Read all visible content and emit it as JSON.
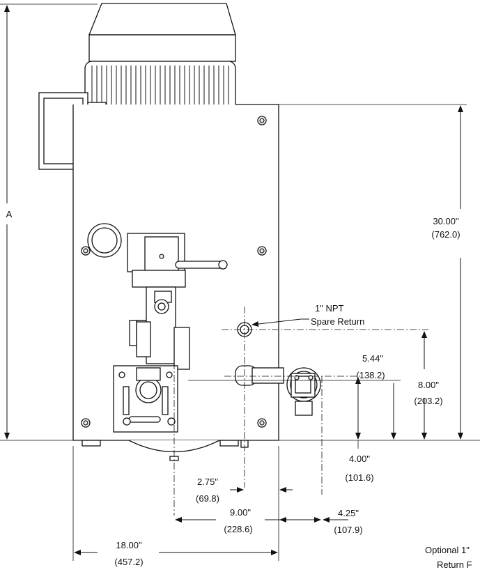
{
  "dimensions": {
    "a_label": "A",
    "height_30": "30.00\"",
    "height_30_mm": "(762.0)",
    "npt_line1": "1\" NPT",
    "npt_line2": "Spare Return",
    "d_544": "5.44\"",
    "d_544_mm": "(138.2)",
    "d_800": "8.00\"",
    "d_800_mm": "(203.2)",
    "d_400": "4.00\"",
    "d_400_mm": "(101.6)",
    "d_275": "2.75\"",
    "d_275_mm": "(69.8)",
    "d_900": "9.00\"",
    "d_900_mm": "(228.6)",
    "d_425": "4.25\"",
    "d_425_mm": "(107.9)",
    "d_1800": "18.00\"",
    "d_1800_mm": "(457.2)",
    "optional_line1": "Optional 1\"",
    "optional_line2": "Return F"
  }
}
